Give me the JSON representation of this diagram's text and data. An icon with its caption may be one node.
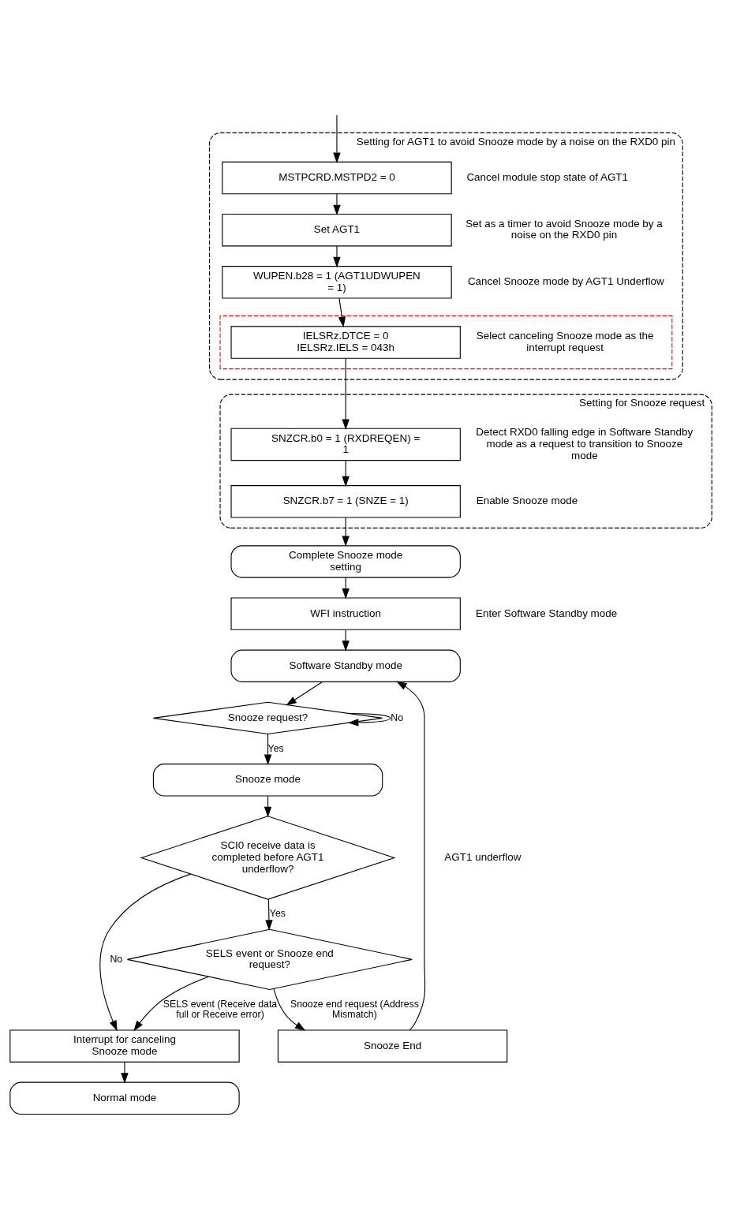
{
  "diagram": {
    "nodes": [
      {
        "text": [
          "Setting for AGT1 to avoid Snooze mode by a noise on the RXD0 pin"
        ]
      },
      {
        "text": [
          "MSTPCRD.MSTPD2 = 0"
        ],
        "in": 0,
        "beside": [
          "Cancel module stop state of AGT1"
        ]
      },
      {
        "text": [
          "Set AGT1"
        ],
        "in": 0,
        "beside": [
          "Set as a timer to avoid Snooze mode by a noise on the RXD0 pin"
        ]
      },
      {
        "text": [
          "WUPEN.b28 = 1 (AGT1UDWUPEN = 1)"
        ],
        "in": 0,
        "beside": [
          "Cancel Snooze mode by AGT1 Underflow"
        ]
      },
      {
        "text": [],
        "shape": "box",
        "in": 0
      },
      {
        "text": [
          "IELSRz.DTCE = 0 IELSRz.IELS = 043h"
        ],
        "in": 4,
        "beside": [
          "Select canceling Snooze mode as the interrupt request"
        ]
      },
      {
        "text": [
          "Setting for Snooze request"
        ]
      },
      {
        "text": [
          "SNZCR.b0 = 1 (RXDREQEN) = 1"
        ],
        "in": 6,
        "beside": [
          "Detect RXD0 falling edge in Software Standby mode as a request to transition to Snooze mode"
        ]
      },
      {
        "text": [
          "SNZCR.b7 = 1 (SNZE = 1)"
        ],
        "in": 6,
        "beside": [
          "Enable Snooze mode"
        ]
      },
      {
        "text": [
          "Complete Snooze mode setting"
        ]
      },
      {
        "text": [
          "WFI instruction"
        ],
        "beside": [
          "Enter Software Standby mode"
        ]
      },
      {
        "text": [
          "Software Standby mode"
        ]
      },
      {
        "text": [
          "Snooze request?"
        ]
      },
      {
        "text": [
          "Snooze mode"
        ]
      },
      {
        "text": [
          "SCI0 receive data is completed before AGT1 underflow?"
        ]
      },
      {
        "text": [
          "SELS event or Snooze end request?"
        ]
      },
      {
        "text": [
          "Snooze End"
        ]
      },
      {
        "text": [
          "Interrupt for canceling Snooze mode"
        ]
      },
      {
        "text": [
          "Normal mode"
        ]
      }
    ],
    "edges": [
      {
        "from": null,
        "to": 1,
        "arrow": "to"
      },
      {
        "from": 1,
        "to": 2,
        "arrow": "to"
      },
      {
        "from": 2,
        "to": 3,
        "arrow": "to"
      },
      {
        "from": 3,
        "to": 5,
        "arrow": "to"
      },
      {
        "from": 5,
        "to": 7,
        "arrow": "to"
      },
      {
        "from": 7,
        "to": 8,
        "arrow": "to"
      },
      {
        "from": 8,
        "to": 9,
        "arrow": "to"
      },
      {
        "from": 9,
        "to": 10,
        "arrow": "to"
      },
      {
        "from": 10,
        "to": 11,
        "arrow": "to"
      },
      {
        "from": 11,
        "to": 12,
        "arrow": "to"
      },
      {
        "from": 12,
        "to": 12,
        "arrow": "to",
        "label": "No"
      },
      {
        "from": 12,
        "to": 13,
        "arrow": "to",
        "label": "Yes"
      },
      {
        "from": 13,
        "to": 14,
        "arrow": "to"
      },
      {
        "from": 14,
        "to": 17,
        "arrow": "to",
        "label": "No"
      },
      {
        "from": 14,
        "to": 15,
        "arrow": "to",
        "label": "Yes"
      },
      {
        "from": 15,
        "to": 17,
        "arrow": "to",
        "label": "SELS event (Receive data full or Receive error)"
      },
      {
        "from": 15,
        "to": 16,
        "arrow": "to",
        "label": "Snooze end request (Address Mismatch)"
      },
      {
        "from": 16,
        "to": 11,
        "arrow": "to"
      },
      {
        "from": 17,
        "to": 18,
        "arrow": "to"
      }
    ],
    "labels": [
      "AGT1 underflow"
    ]
  }
}
